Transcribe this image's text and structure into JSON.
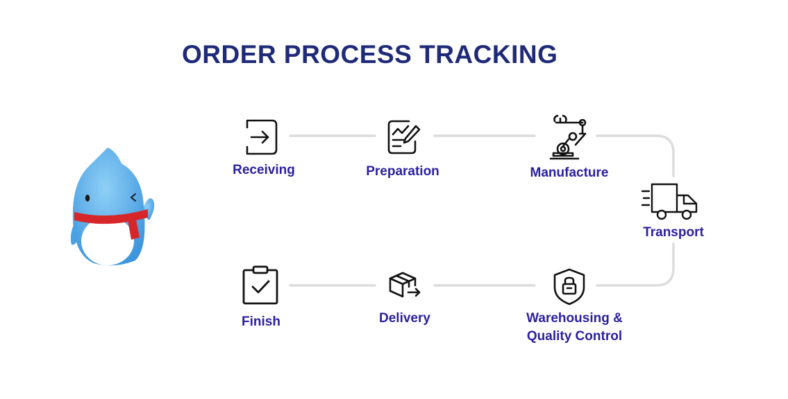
{
  "title": "ORDER PROCESS TRACKING",
  "colors": {
    "title": "#1f2a78",
    "label": "#2a1fa0",
    "connector": "#dcdcdc",
    "mascot_body": "#5aaee8",
    "scarf": "#d6262a"
  },
  "steps": [
    {
      "name": "receiving",
      "label": "Receiving",
      "icon": "enter-icon"
    },
    {
      "name": "preparation",
      "label": "Preparation",
      "icon": "edit-chart-icon"
    },
    {
      "name": "manufacture",
      "label": "Manufacture",
      "icon": "robot-arm-icon"
    },
    {
      "name": "transport",
      "label": "Transport",
      "icon": "truck-icon"
    },
    {
      "name": "warehousing",
      "label_line1": "Warehousing &",
      "label_line2": "Quality Control",
      "icon": "shield-lock-icon"
    },
    {
      "name": "delivery",
      "label": "Delivery",
      "icon": "package-icon"
    },
    {
      "name": "finish",
      "label": "Finish",
      "icon": "checklist-icon"
    }
  ],
  "mascot": {
    "icon": "penguin-mascot-icon"
  }
}
